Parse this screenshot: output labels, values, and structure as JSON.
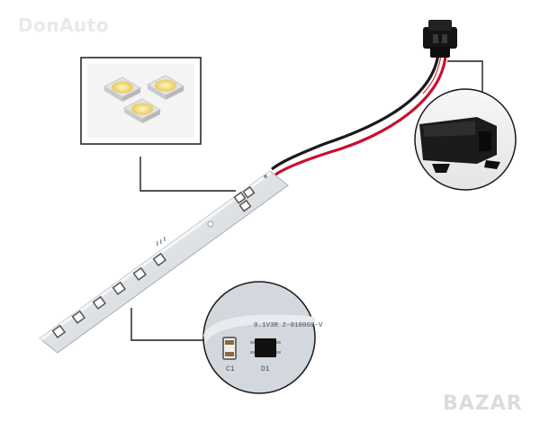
{
  "watermarks": {
    "top_left": "DonAuto",
    "bottom_right": "BAZAR"
  },
  "silkscreen": {
    "pcb_code": "0.1V3R 2-010060-V",
    "capacitor_label": "C1",
    "rectifier_label": "D1"
  },
  "icons": {
    "led_chip": "smd-led-icon",
    "connector": "connector-plug-icon",
    "rectifier": "bridge-rectifier-icon",
    "capacitor": "capacitor-icon"
  },
  "colors": {
    "pcb": "#d9dde2",
    "wire_red": "#c8102e",
    "wire_black": "#1a1a1a",
    "led_yellow": "#f4e27a",
    "connector": "#111111"
  }
}
